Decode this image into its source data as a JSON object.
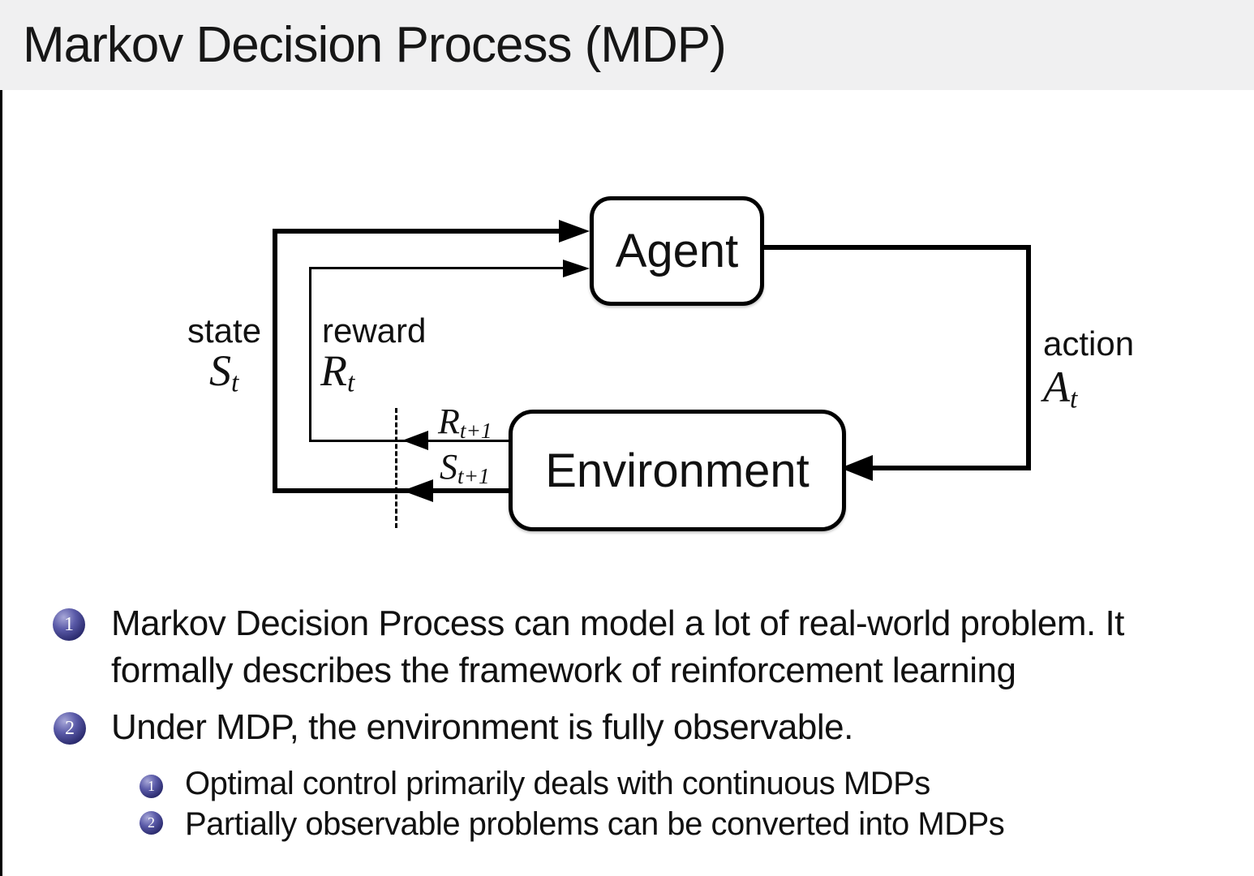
{
  "slide": {
    "title": "Markov Decision Process (MDP)"
  },
  "colors": {
    "titlebar_bg": "#f0f0f1",
    "ball_navy": "#28286a",
    "line_black": "#000000",
    "text_black": "#111111"
  },
  "diagram": {
    "agent_label": "Agent",
    "environment_label": "Environment",
    "state_label": "state",
    "state_symbol": "S",
    "state_sub": "t",
    "reward_label": "reward",
    "reward_symbol": "R",
    "reward_sub": "t",
    "action_label": "action",
    "action_symbol": "A",
    "action_sub": "t",
    "next_reward_symbol": "R",
    "next_reward_sub": "t+1",
    "next_state_symbol": "S",
    "next_state_sub": "t+1"
  },
  "bullets": [
    {
      "number": "1",
      "lines": [
        "Markov Decision Process can model a lot of real-world problem. It",
        "formally describes the framework of reinforcement learning"
      ]
    },
    {
      "number": "2",
      "lines": [
        "Under MDP, the environment is fully observable."
      ],
      "sub": [
        {
          "number": "1",
          "text": "Optimal control primarily deals with continuous MDPs"
        },
        {
          "number": "2",
          "text": "Partially observable problems can be converted into MDPs"
        }
      ]
    }
  ]
}
